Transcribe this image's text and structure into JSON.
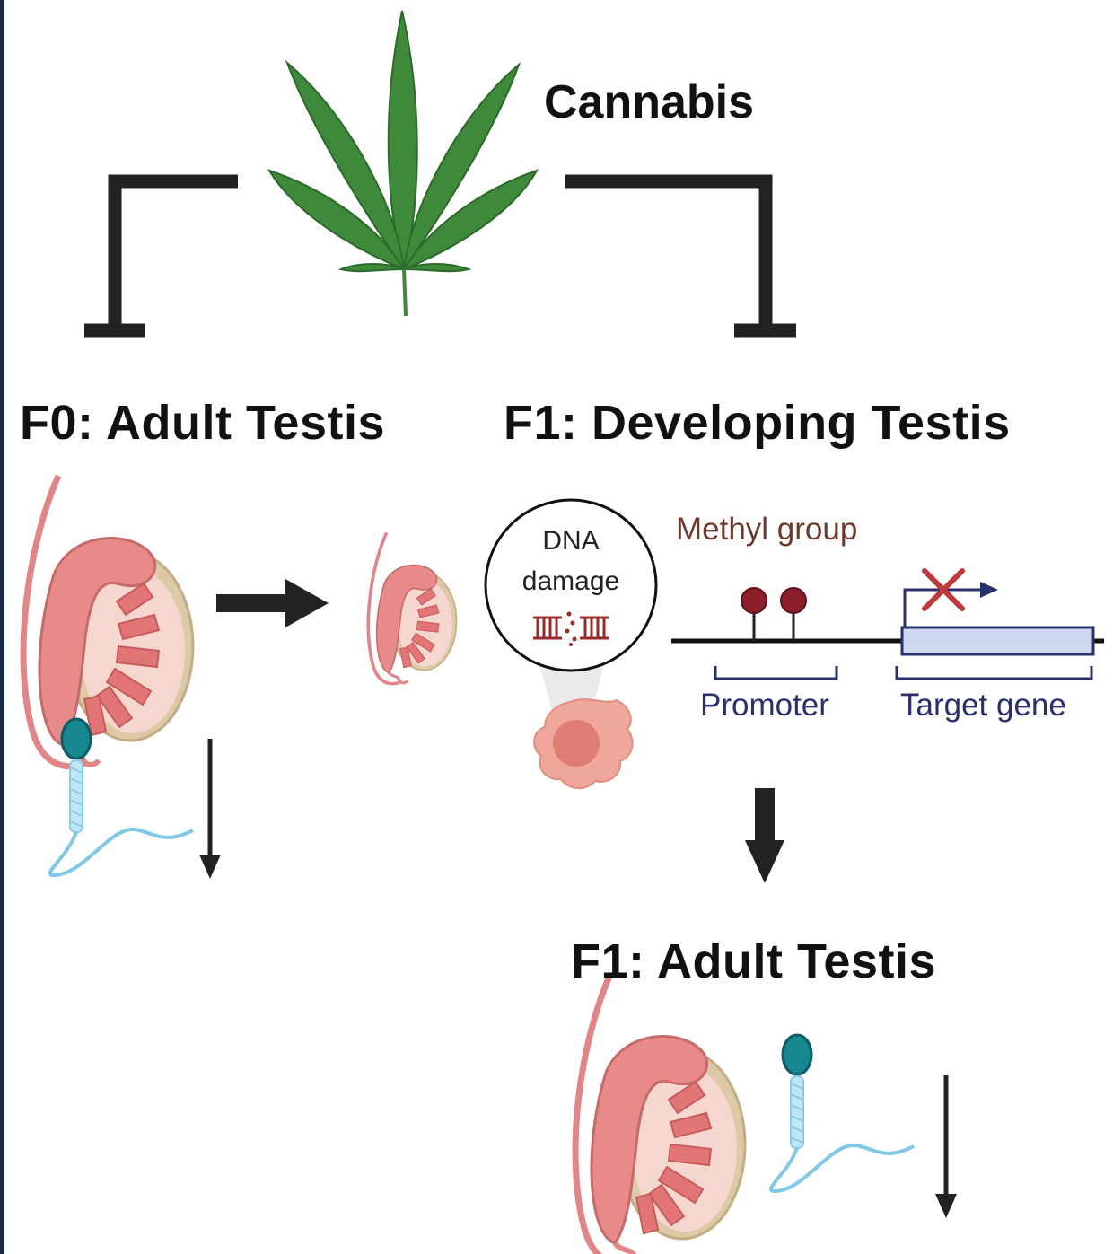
{
  "labels": {
    "cannabis": "Cannabis",
    "f0_adult": "F0: Adult Testis",
    "f1_developing": "F1: Developing Testis",
    "f1_adult": "F1: Adult Testis",
    "dna_line1": "DNA",
    "dna_line2": "damage",
    "methyl_group": "Methyl group",
    "promoter": "Promoter",
    "target_gene": "Target gene"
  },
  "colors": {
    "leaf": "#3f8a3a",
    "testis_tubule": "#e17f80",
    "testis_capsule": "#d9c8a9",
    "sperm_head": "#1b8a90",
    "sperm_tail": "#7fc8e8",
    "methyl": "#8a1f2a",
    "gene_box": "#cfd8ee",
    "bracket": "#2a2f6e",
    "inhibit": "#222222"
  }
}
